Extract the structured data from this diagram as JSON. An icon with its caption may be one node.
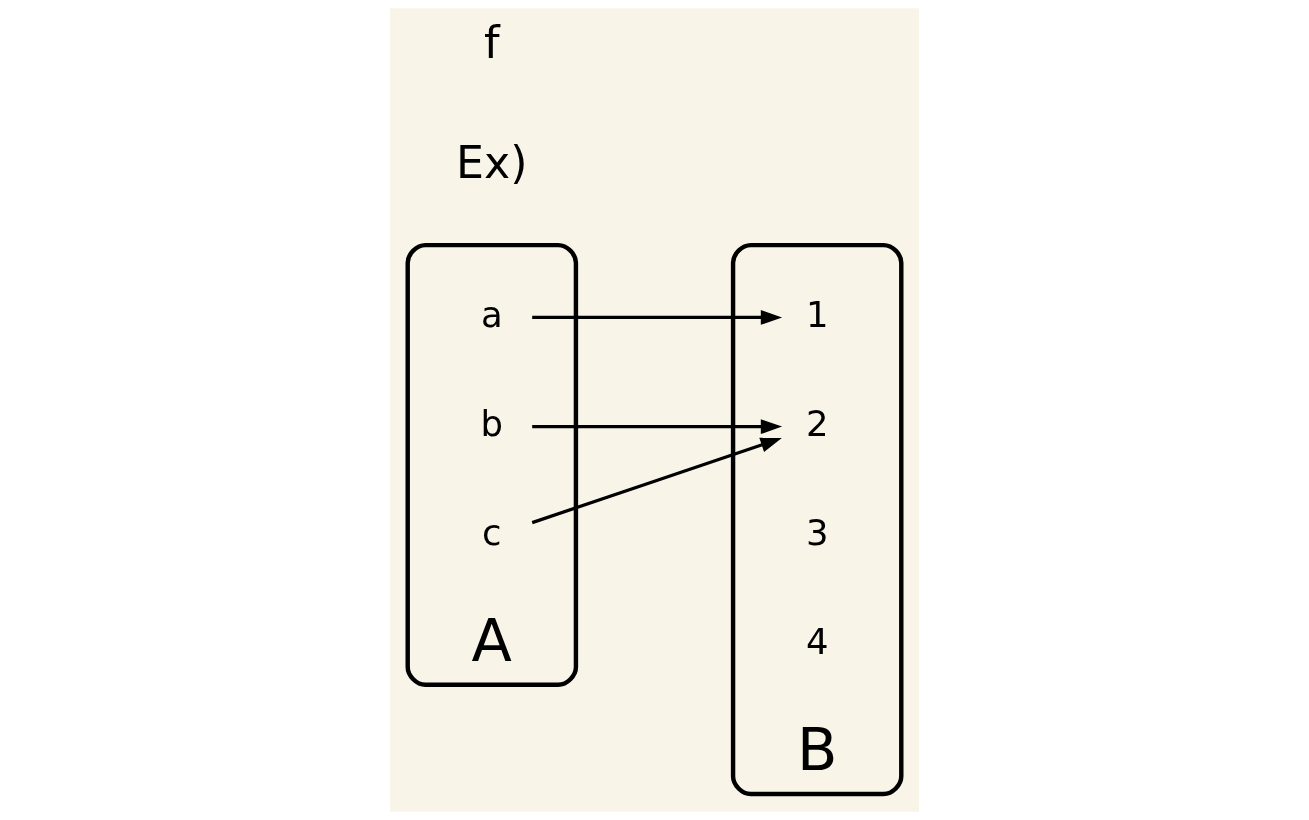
{
  "diagram": {
    "nodes": [
      {
        "text": [
          "A"
        ]
      },
      {
        "text": [
          "a"
        ],
        "in": 0
      },
      {
        "text": [
          "b"
        ],
        "in": 0
      },
      {
        "text": [
          "c"
        ],
        "in": 0
      },
      {
        "text": [
          "B"
        ]
      },
      {
        "text": [
          "1"
        ],
        "in": 4
      },
      {
        "text": [
          "2"
        ],
        "in": 4
      },
      {
        "text": [
          "3"
        ],
        "in": 4
      },
      {
        "text": [
          "4"
        ],
        "in": 4
      }
    ],
    "edges": [
      {
        "from": 1,
        "to": 5,
        "arrow": "to"
      },
      {
        "from": 2,
        "to": 6,
        "arrow": "to"
      },
      {
        "from": 3,
        "to": 6,
        "arrow": "to"
      }
    ],
    "labels": [
      "Ex)",
      "f"
    ]
  }
}
